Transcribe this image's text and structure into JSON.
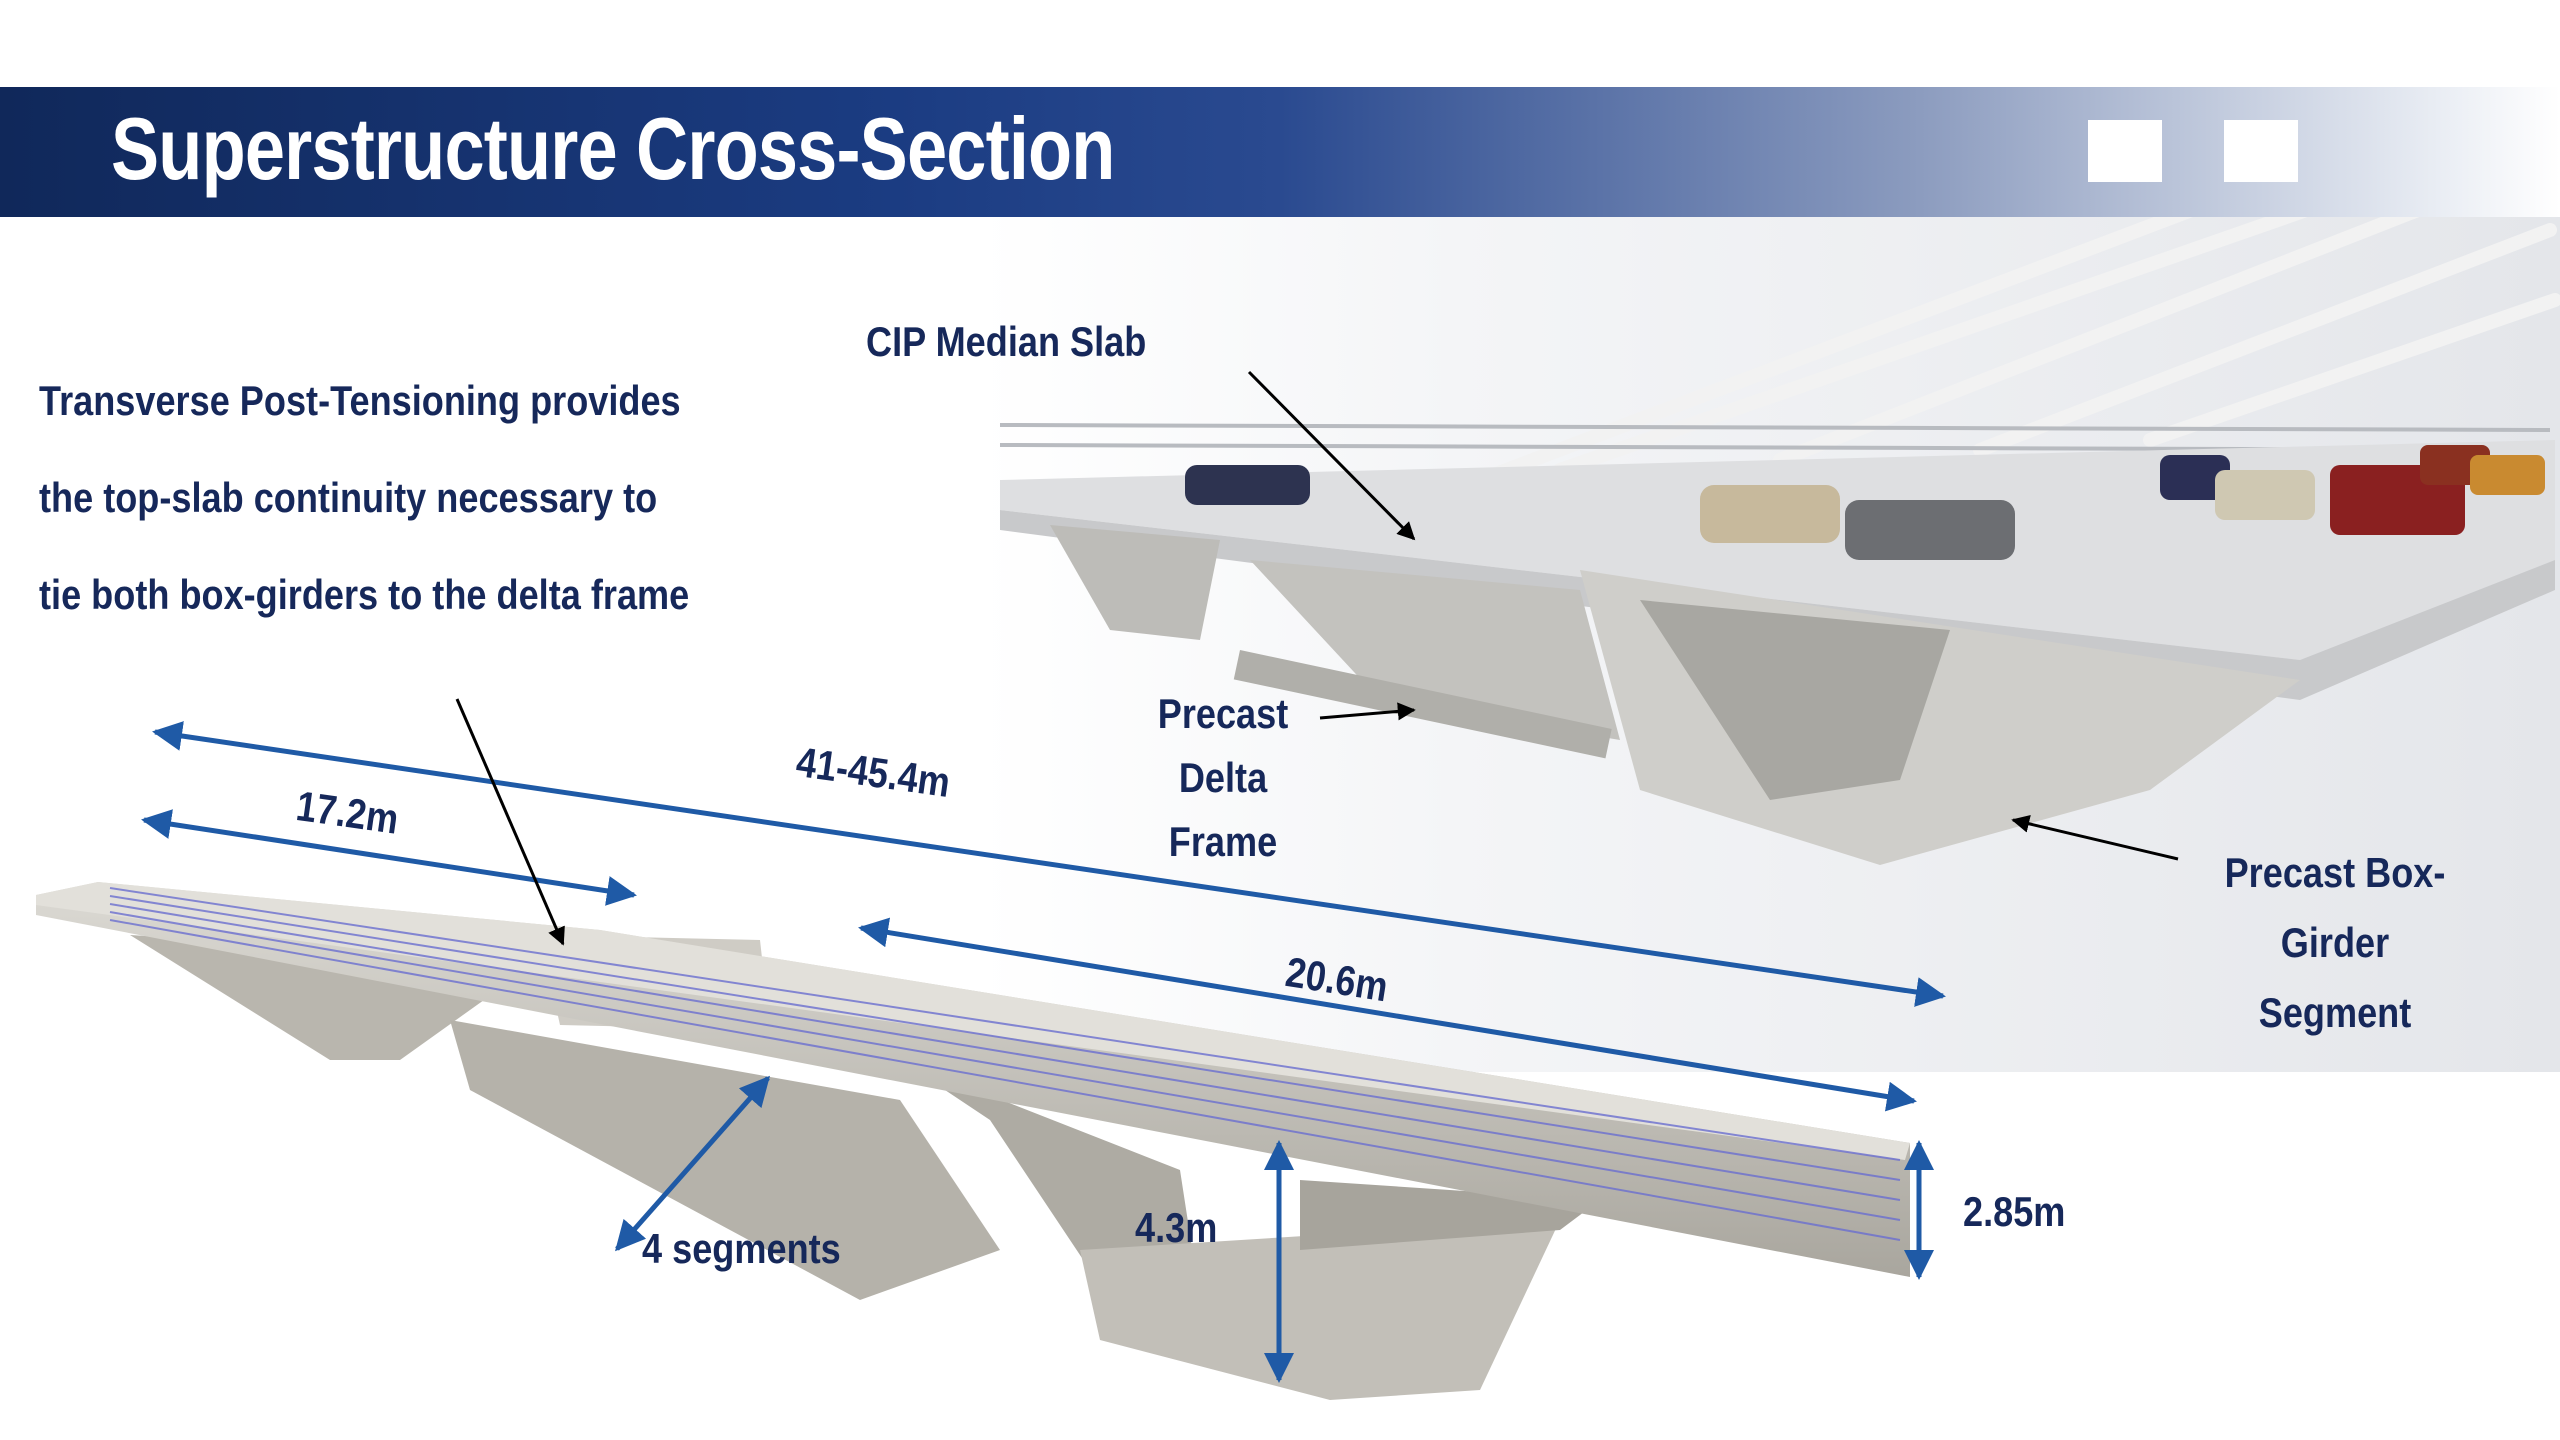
{
  "header": {
    "title": "Superstructure Cross-Section"
  },
  "annotations": {
    "description_lines": [
      "Transverse Post-Tensioning provides",
      "the top-slab continuity necessary to",
      "tie both box-girders to the delta frame"
    ],
    "cip_median_slab": "CIP Median Slab",
    "precast_delta_frame": [
      "Precast",
      "Delta",
      "Frame"
    ],
    "precast_box_girder": [
      "Precast Box-",
      "Girder",
      "Segment"
    ]
  },
  "dimensions": {
    "total_width": "41-45.4m",
    "half_width": "17.2m",
    "girder_width": "20.6m",
    "depth_edge": "2.85m",
    "depth_center": "4.3m",
    "segments": "4 segments"
  },
  "colors": {
    "header_dark": "#10285a",
    "text": "#16285a",
    "dimension_arrow": "#1f5aa6"
  }
}
